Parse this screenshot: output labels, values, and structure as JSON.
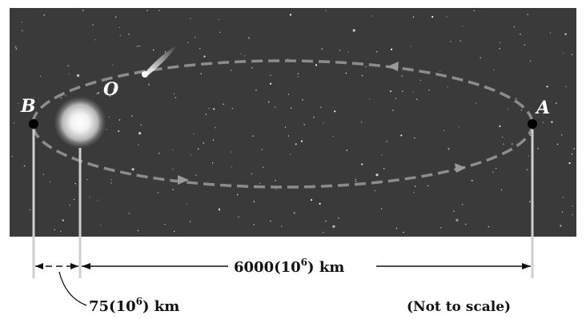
{
  "figure": {
    "points": {
      "A": "A",
      "B": "B",
      "O": "O"
    },
    "dimensions": {
      "major": {
        "prefix": "6000(10",
        "exponent": "6",
        "suffix": ") km"
      },
      "minor": {
        "prefix": "75(10",
        "exponent": "6",
        "suffix": ") km"
      }
    },
    "note": "(Not to scale)"
  },
  "colors": {
    "space": "#3a3a3a",
    "orbit": "#8c8c8c",
    "star": "#ffffff",
    "ink": "#111111"
  }
}
